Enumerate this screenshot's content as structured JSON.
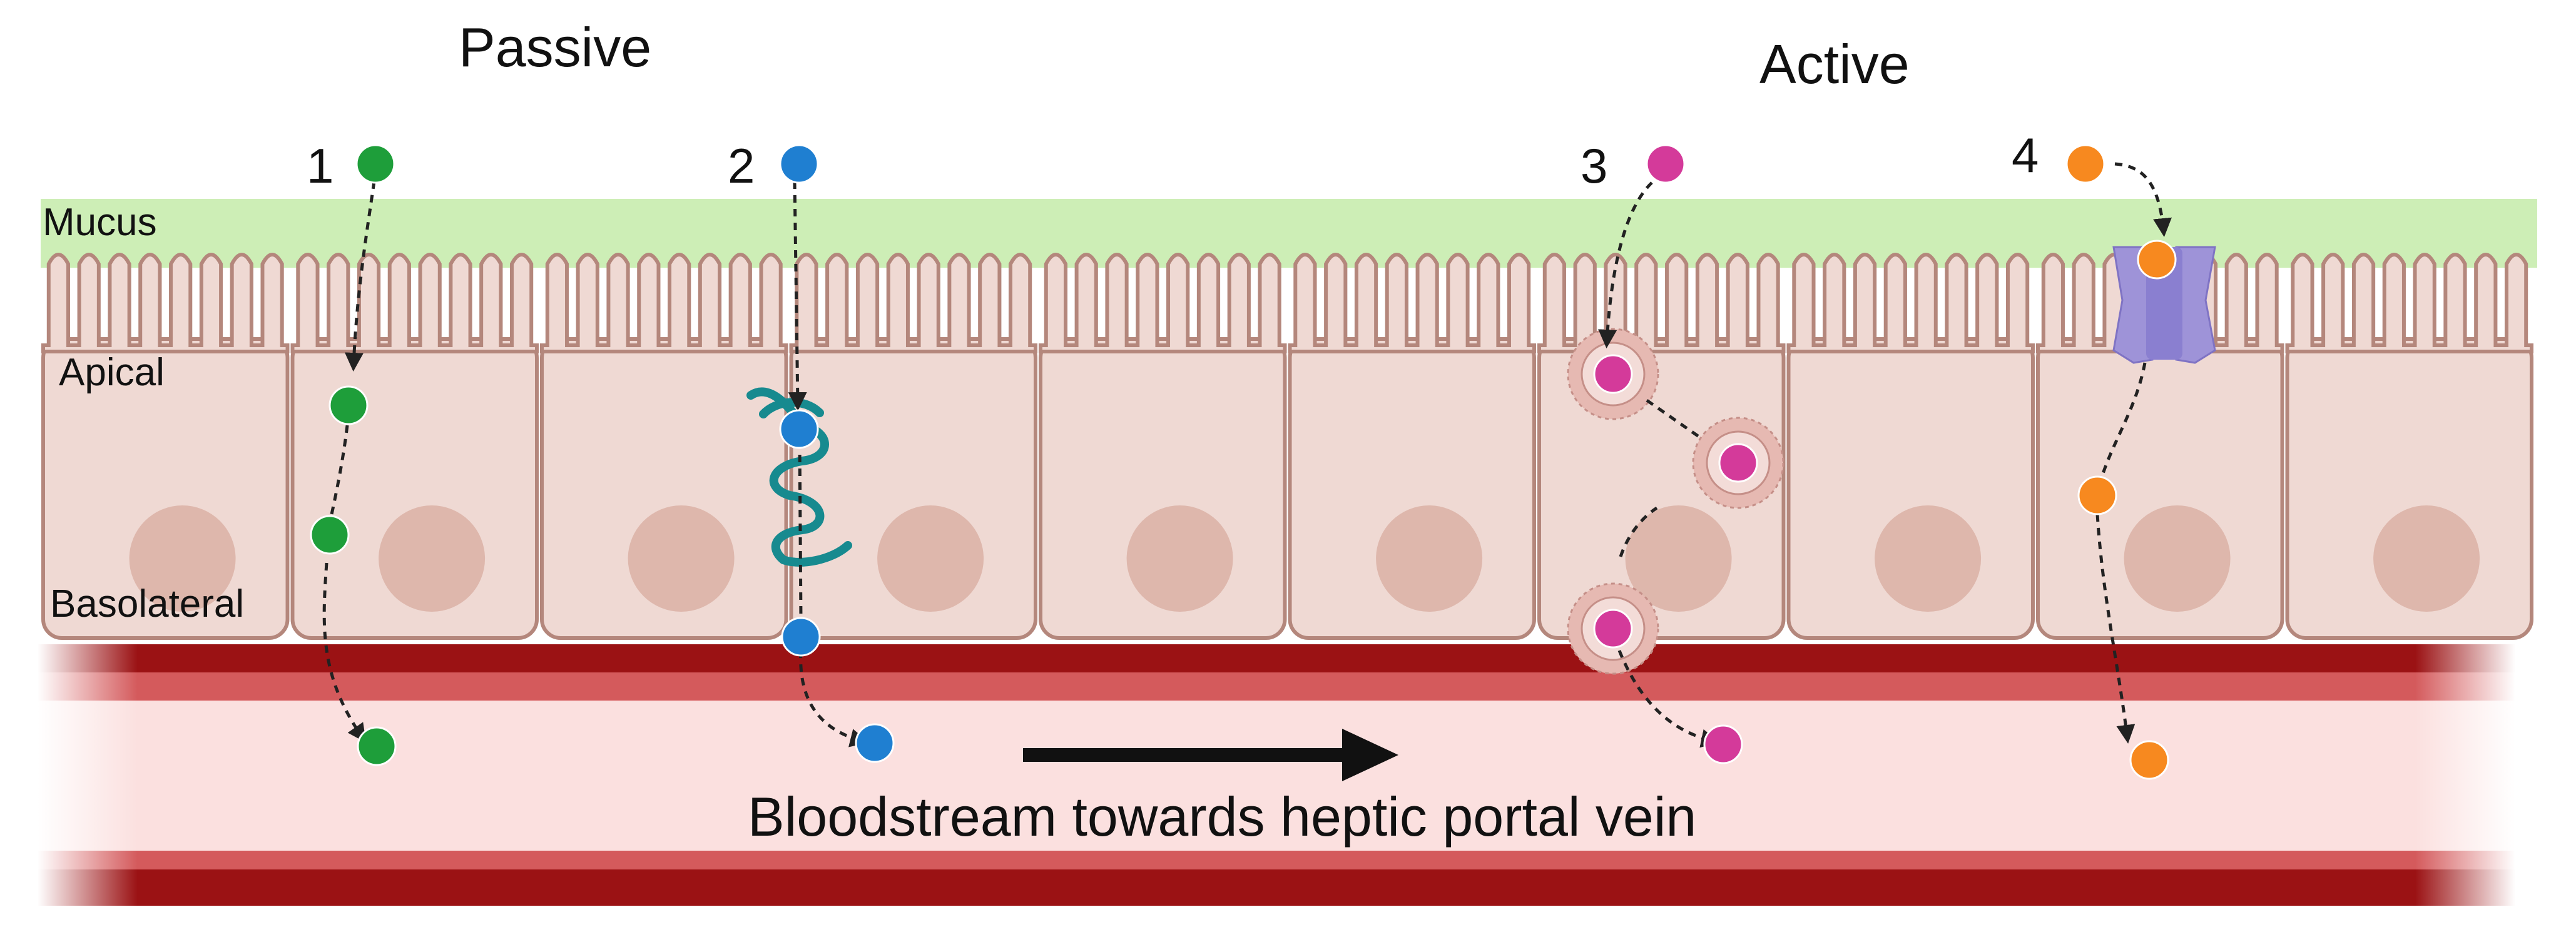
{
  "headings": {
    "passive": "Passive",
    "active": "Active"
  },
  "layers": {
    "mucus": "Mucus",
    "apical": "Apical",
    "basolateral": "Basolateral"
  },
  "routes": [
    {
      "number": "1",
      "color": "#1e9e3a"
    },
    {
      "number": "2",
      "color": "#1f7fd1"
    },
    {
      "number": "3",
      "color": "#d43a9a"
    },
    {
      "number": "4",
      "color": "#f7891f"
    }
  ],
  "bloodstream": {
    "label": "Bloodstream towards heptic portal vein"
  },
  "colors": {
    "mucus": "#cdeeb6",
    "cell_fill": "#efd9d3",
    "cell_border": "#b4877c",
    "nucleus": "#deb7ac",
    "vessel_wall": "#9b1214",
    "vessel_wall_inner": "#d45a5c",
    "blood_lumen": "#fbe0df",
    "tight_junction": "#178a8f",
    "vesicle": "#e6b9b2",
    "transporter": "#9e93d8"
  }
}
